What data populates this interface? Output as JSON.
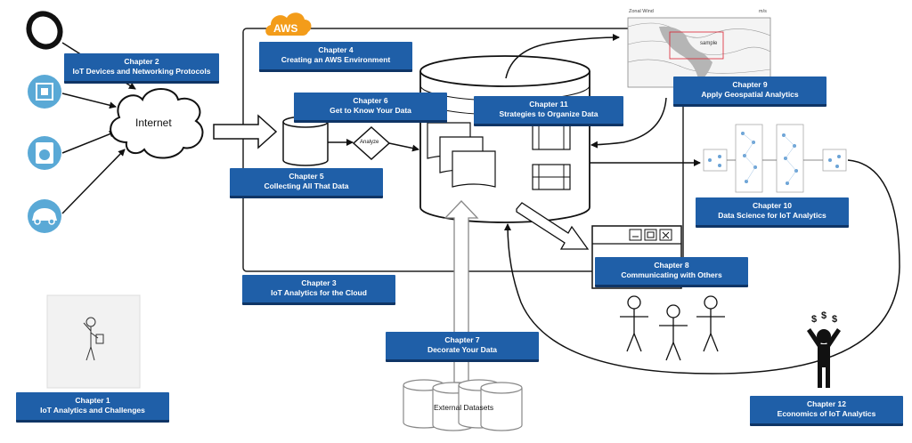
{
  "cloud_badge": "AWS",
  "internet_label": "Internet",
  "analyze_label": "Analyze",
  "external_datasets_label": "External Datasets",
  "sample_label": "sample",
  "map_title_left": "Zonal Wind",
  "map_title_right": "m/s",
  "chapters": [
    {
      "num": "Chapter 1",
      "title": "IoT Analytics and Challenges"
    },
    {
      "num": "Chapter 2",
      "title": "IoT Devices and Networking Protocols"
    },
    {
      "num": "Chapter 3",
      "title": "IoT Analytics for the Cloud"
    },
    {
      "num": "Chapter 4",
      "title": "Creating an AWS Environment"
    },
    {
      "num": "Chapter 5",
      "title": "Collecting All That Data"
    },
    {
      "num": "Chapter 6",
      "title": "Get to Know Your Data"
    },
    {
      "num": "Chapter 7",
      "title": "Decorate Your Data"
    },
    {
      "num": "Chapter 8",
      "title": "Communicating with Others"
    },
    {
      "num": "Chapter 9",
      "title": "Apply Geospatial Analytics"
    },
    {
      "num": "Chapter 10",
      "title": "Data Science for IoT Analytics"
    },
    {
      "num": "Chapter 11",
      "title": "Strategies to Organize Data"
    },
    {
      "num": "Chapter 12",
      "title": "Economics of IoT Analytics"
    }
  ],
  "colors": {
    "label_bg": "#1f5fa8",
    "device_circle": "#5aa9d6",
    "aws_orange": "#f39c1a"
  }
}
